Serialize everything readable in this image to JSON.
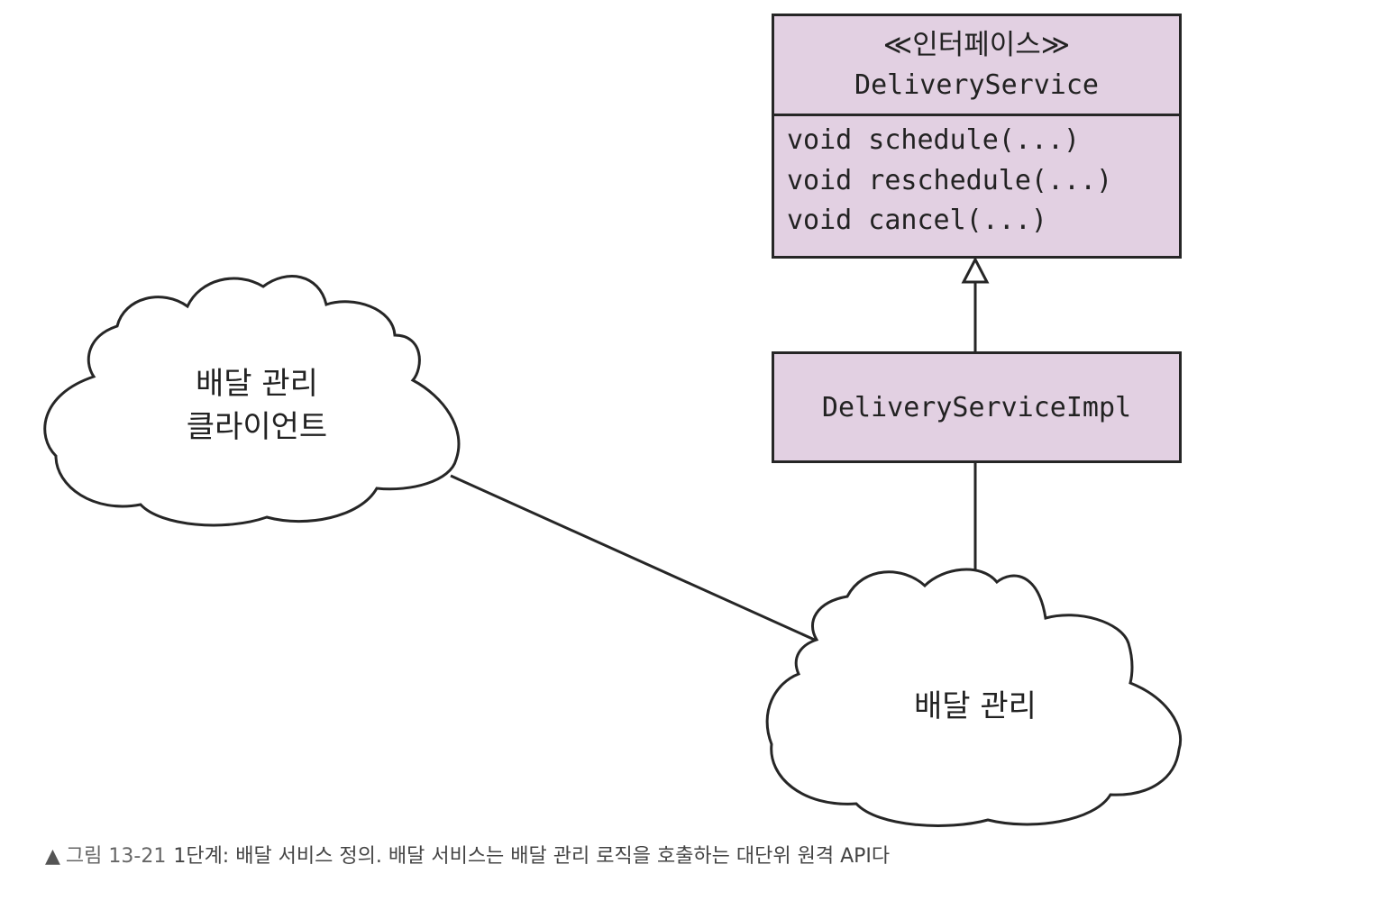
{
  "interface_box": {
    "stereotype": "≪인터페이스≫",
    "name": "DeliveryService",
    "methods": [
      "void schedule(...)",
      "void reschedule(...)",
      "void cancel(...)"
    ]
  },
  "impl_box": {
    "name": "DeliveryServiceImpl"
  },
  "client_cloud": {
    "line1": "배달 관리",
    "line2": "클라이언트"
  },
  "service_cloud": {
    "label": "배달 관리"
  },
  "caption": {
    "marker": "▲",
    "figure": "그림 13-21",
    "text": "1단계: 배달 서비스 정의. 배달 서비스는 배달 관리 로직을 호출하는 대단위 원격 API다"
  },
  "colors": {
    "box_fill": "#e2d0e2",
    "stroke": "#262626"
  }
}
